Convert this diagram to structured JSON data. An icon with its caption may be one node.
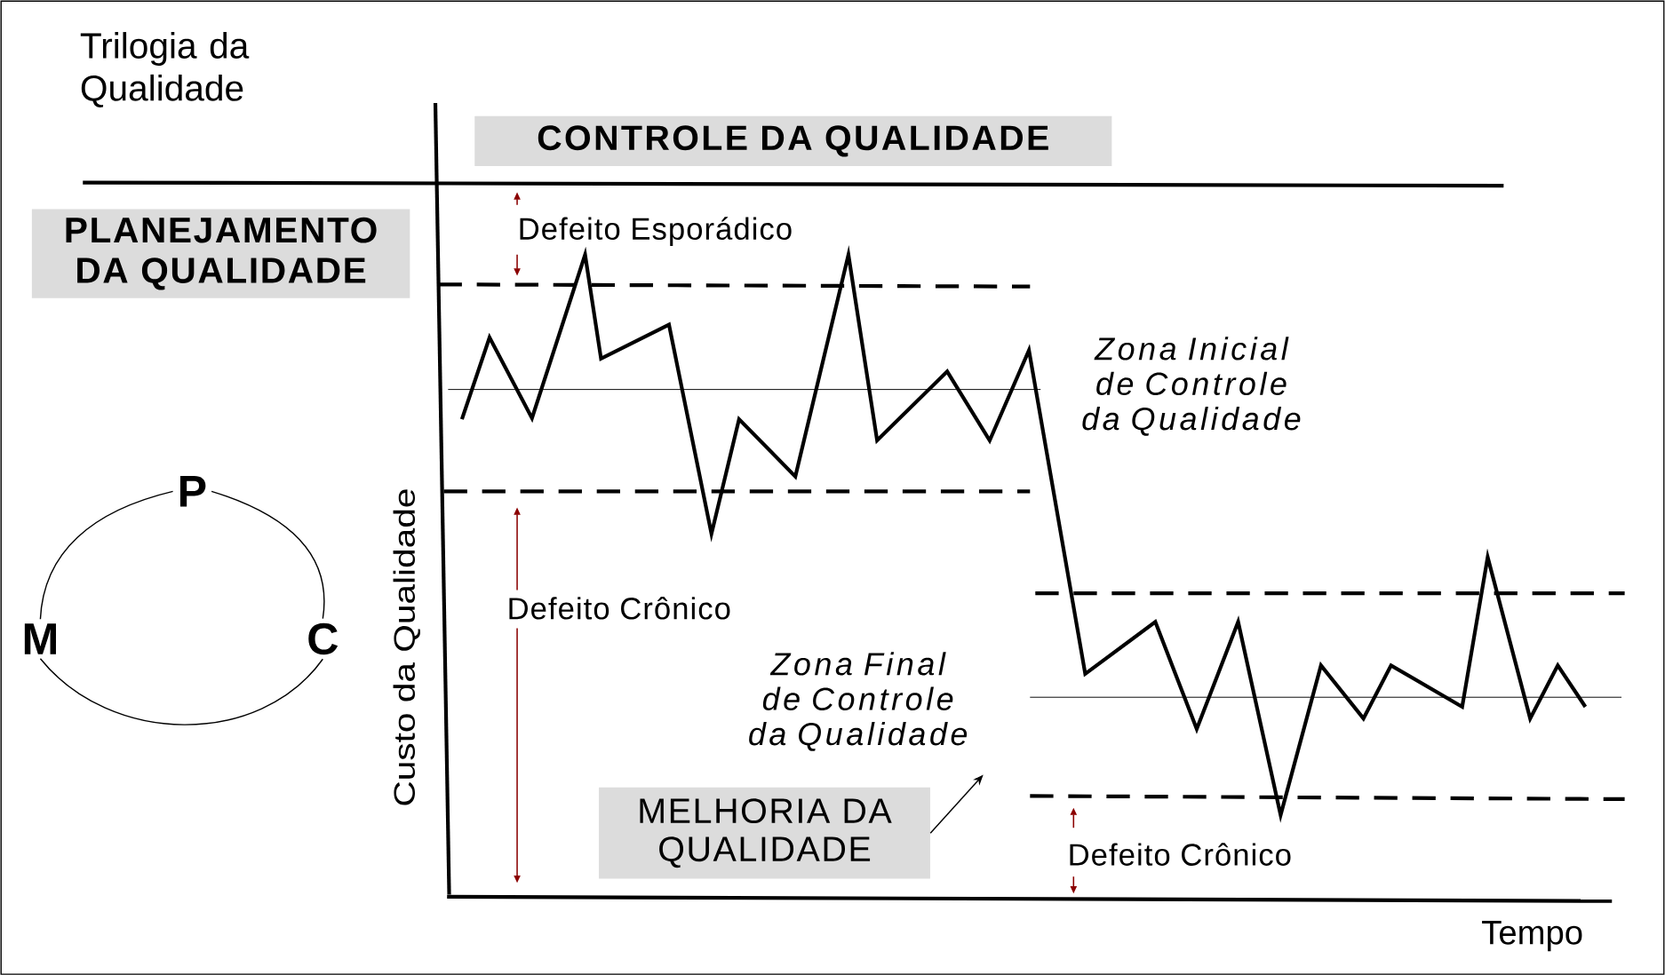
{
  "diagram": {
    "title": "Trilogia da Qualidade",
    "nodes": [
      {
        "text": [
          "CONTROLE DA QUALIDADE"
        ]
      },
      {
        "text": [
          "PLANEJAMENTO DA QUALIDADE"
        ]
      },
      {
        "text": [
          "P"
        ]
      },
      {
        "text": [
          "M"
        ]
      },
      {
        "text": [
          "C"
        ]
      },
      {
        "text": [
          "MELHORIA DA QUALIDADE"
        ]
      }
    ],
    "edges": [
      {
        "from": 2,
        "to": 4,
        "arrow": "none"
      },
      {
        "from": 4,
        "to": 3,
        "arrow": "none"
      },
      {
        "from": 3,
        "to": 2,
        "arrow": "none"
      },
      {
        "from": 5,
        "to": null,
        "arrow": "to"
      }
    ],
    "labels": [
      "Defeito Esporádico",
      "Zona Inicial de Controle da Qualidade",
      "Custo da Qualidade",
      "Defeito Crônico",
      "Zona Final de Controle da Qualidade",
      "Defeito Crônico",
      "Tempo"
    ]
  }
}
